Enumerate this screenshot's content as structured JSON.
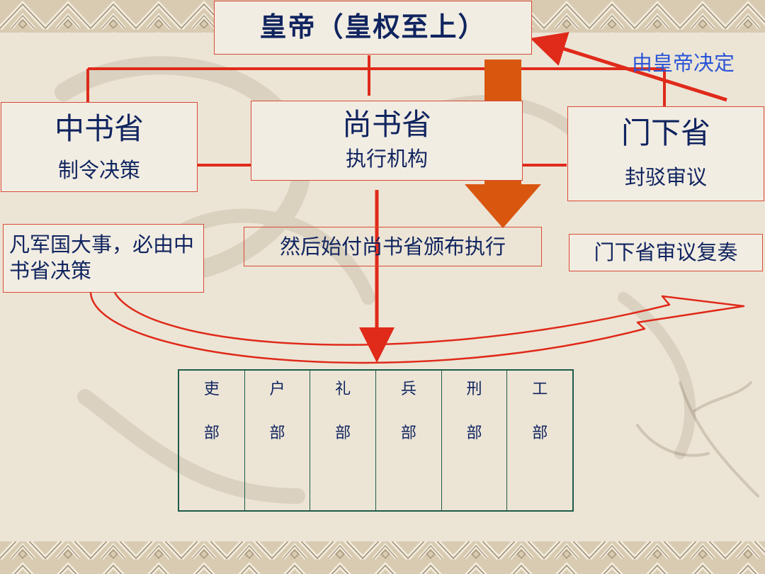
{
  "emperor": {
    "title": "皇帝（皇权至上）"
  },
  "note_top": "由皇帝决定",
  "zhongshu": {
    "name": "中书省",
    "role": "制令决策"
  },
  "shangshu": {
    "name": "尚书省",
    "role": "执行机构"
  },
  "menxia": {
    "name": "门下省",
    "role": "封驳审议"
  },
  "notes": {
    "zhongshu": "凡军国大事，必由中书省决策",
    "shangshu": "然后始付尚书省颁布执行",
    "menxia": "门下省审议复奏"
  },
  "ministries": [
    {
      "char": "吏",
      "suffix": "部"
    },
    {
      "char": "户",
      "suffix": "部"
    },
    {
      "char": "礼",
      "suffix": "部"
    },
    {
      "char": "兵",
      "suffix": "部"
    },
    {
      "char": "刑",
      "suffix": "部"
    },
    {
      "char": "工",
      "suffix": "部"
    }
  ],
  "colors": {
    "line_red": "#e02a1a",
    "arrow_orange": "#d9560f",
    "border_green": "#1e5b48",
    "text_navy": "#10245f",
    "note_blue": "#2b55d6"
  }
}
